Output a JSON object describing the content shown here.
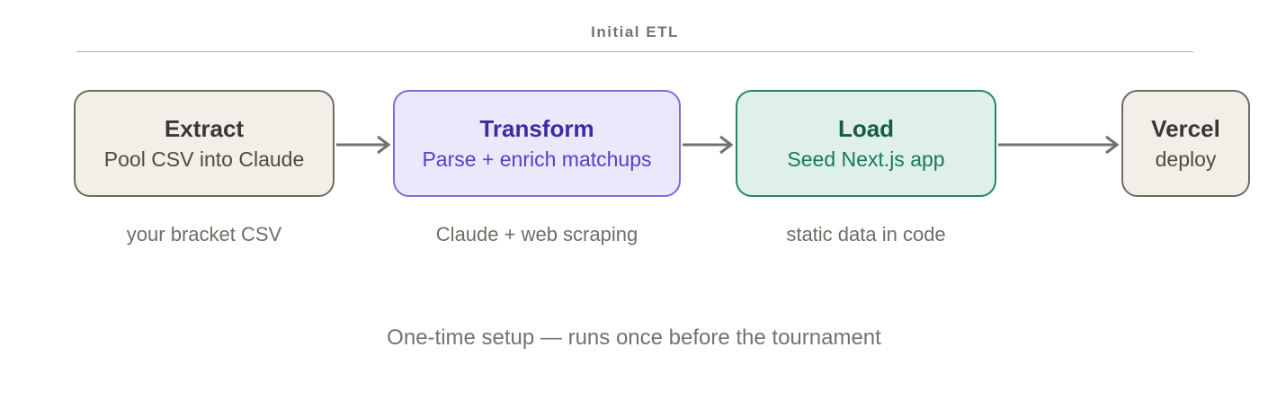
{
  "header": {
    "label": "Initial ETL"
  },
  "pipeline": {
    "stages": [
      {
        "title": "Extract",
        "subtitle": "Pool CSV into Claude",
        "note": "your bracket CSV",
        "theme": "neutral"
      },
      {
        "title": "Transform",
        "subtitle": "Parse + enrich matchups",
        "note": "Claude + web scraping",
        "theme": "purple"
      },
      {
        "title": "Load",
        "subtitle": "Seed Next.js app",
        "note": "static data in code",
        "theme": "green"
      },
      {
        "title": "Vercel",
        "subtitle": "deploy",
        "note": "",
        "theme": "neutral"
      }
    ]
  },
  "caption": "One-time setup — runs once before the tournament",
  "colors": {
    "background": "#ffffff",
    "muted_text": "#6e6e66",
    "arrow": "#72726b",
    "neutral_fill": "#f1efe7",
    "neutral_border": "#6c6c64",
    "purple_fill": "#ebe8fb",
    "purple_border": "#7b6ce2",
    "purple_text": "#362da0",
    "green_fill": "#dff0e8",
    "green_border": "#278364",
    "green_text": "#145c46"
  }
}
